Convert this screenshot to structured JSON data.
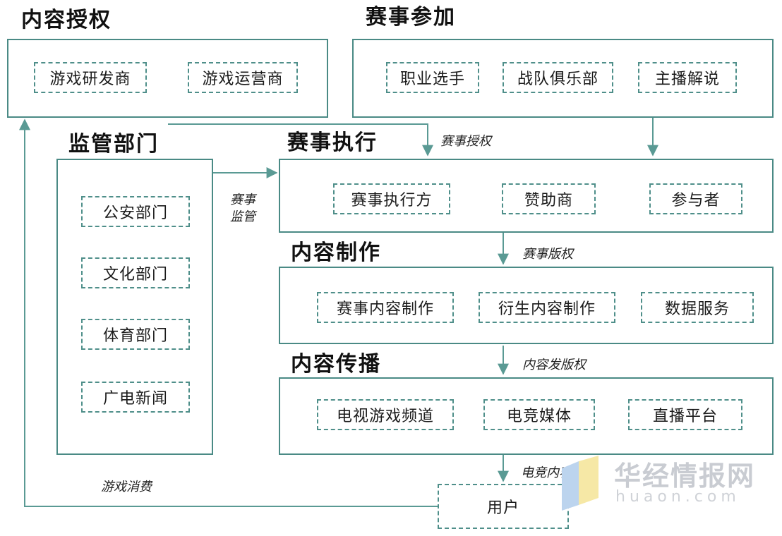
{
  "headings": {
    "content_auth": "内容授权",
    "event_participate": "赛事参加",
    "regulator": "监管部门",
    "event_exec": "赛事执行",
    "content_prod": "内容制作",
    "content_dist": "内容传播"
  },
  "content_auth_items": [
    "游戏研发商",
    "游戏运营商"
  ],
  "event_participate_items": [
    "职业选手",
    "战队俱乐部",
    "主播解说"
  ],
  "regulator_items": [
    "公安部门",
    "文化部门",
    "体育部门",
    "广电新闻"
  ],
  "event_exec_items": [
    "赛事执行方",
    "赞助商",
    "参与者"
  ],
  "content_prod_items": [
    "赛事内容制作",
    "衍生内容制作",
    "数据服务"
  ],
  "content_dist_items": [
    "电视游戏频道",
    "电竞媒体",
    "直播平台"
  ],
  "user": "用户",
  "flow_labels": {
    "event_auth": "赛事授权",
    "event_supervision_1": "赛事",
    "event_supervision_2": "监管",
    "event_copyright": "赛事版权",
    "content_publish_rights": "内容发版权",
    "esports_output": "电竞内容输出",
    "game_consumption": "游戏消费"
  },
  "watermark": {
    "name": "华经情报网",
    "url": "huaon.com"
  },
  "colors": {
    "border": "#4a8a85",
    "arrow": "#5a9a94"
  }
}
